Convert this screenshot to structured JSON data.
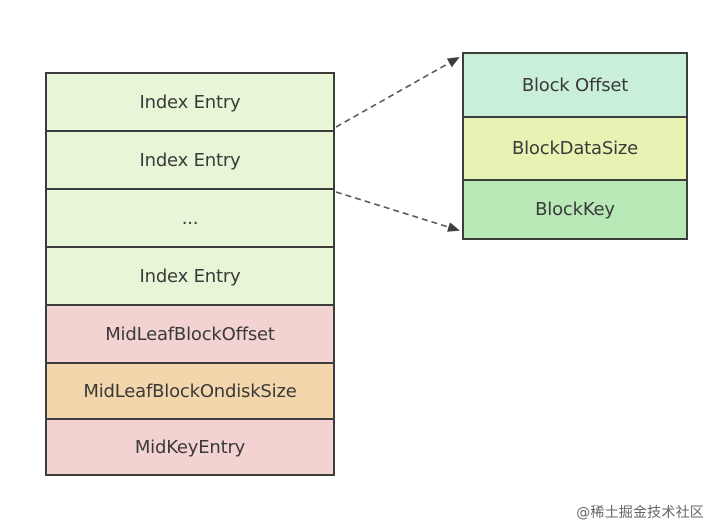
{
  "left_stack": {
    "entries": [
      {
        "label": "Index Entry",
        "color": "#e8f6d8"
      },
      {
        "label": "Index Entry",
        "color": "#e8f6d8"
      },
      {
        "label": "...",
        "color": "#e8f6d8"
      },
      {
        "label": "Index Entry",
        "color": "#e8f6d8"
      },
      {
        "label": "MidLeafBlockOffset",
        "color": "#f3d2d2"
      },
      {
        "label": "MidLeafBlockOndiskSize",
        "color": "#f4d6ad"
      },
      {
        "label": "MidKeyEntry",
        "color": "#f3d2d2"
      }
    ]
  },
  "right_stack": {
    "entries": [
      {
        "label": "Block Offset",
        "color": "#c9efd8"
      },
      {
        "label": "BlockDataSize",
        "color": "#e7f3b3"
      },
      {
        "label": "BlockKey",
        "color": "#b7e8b5"
      }
    ]
  },
  "watermark": "@稀土掘金技术社区"
}
